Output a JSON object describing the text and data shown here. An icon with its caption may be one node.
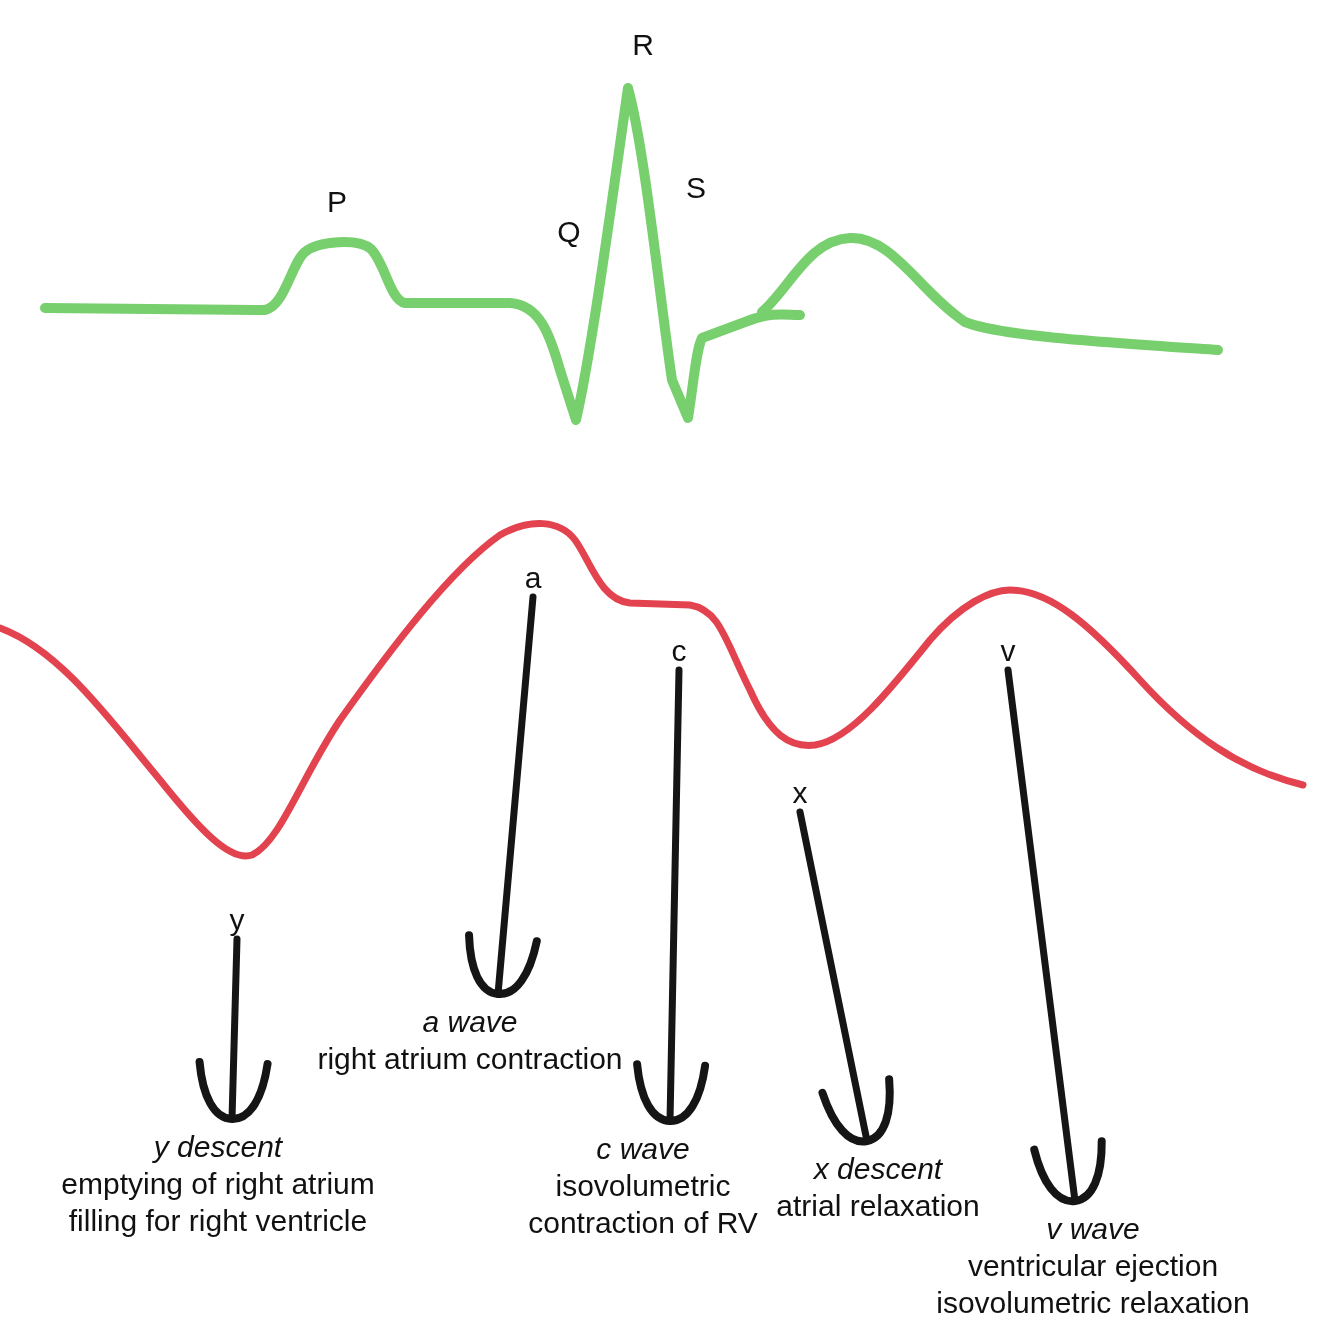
{
  "diagram": {
    "nodes": [
      {
        "text": [
          "a"
        ]
      },
      {
        "text": [
          "c"
        ]
      },
      {
        "text": [
          "v"
        ]
      },
      {
        "text": [
          "x"
        ]
      },
      {
        "text": [
          "y"
        ]
      },
      {
        "text": [
          "a wave",
          "right atrium contraction"
        ]
      },
      {
        "text": [
          "y descent",
          "emptying of right atrium",
          "filling for right ventricle"
        ]
      },
      {
        "text": [
          "c wave",
          "isovolumetric contraction of RV"
        ]
      },
      {
        "text": [
          "x descent",
          "atrial relaxation"
        ]
      },
      {
        "text": [
          "v wave",
          "ventricular ejection",
          "isovolumetric relaxation"
        ]
      }
    ],
    "edges": [
      {
        "from": 0,
        "to": 5,
        "arrow": "to"
      },
      {
        "from": 1,
        "to": 7,
        "arrow": "to"
      },
      {
        "from": 2,
        "to": 9,
        "arrow": "to"
      },
      {
        "from": 3,
        "to": 8,
        "arrow": "to"
      },
      {
        "from": 4,
        "to": 6,
        "arrow": "to"
      }
    ],
    "labels": [
      "P",
      "Q",
      "R",
      "S"
    ]
  }
}
